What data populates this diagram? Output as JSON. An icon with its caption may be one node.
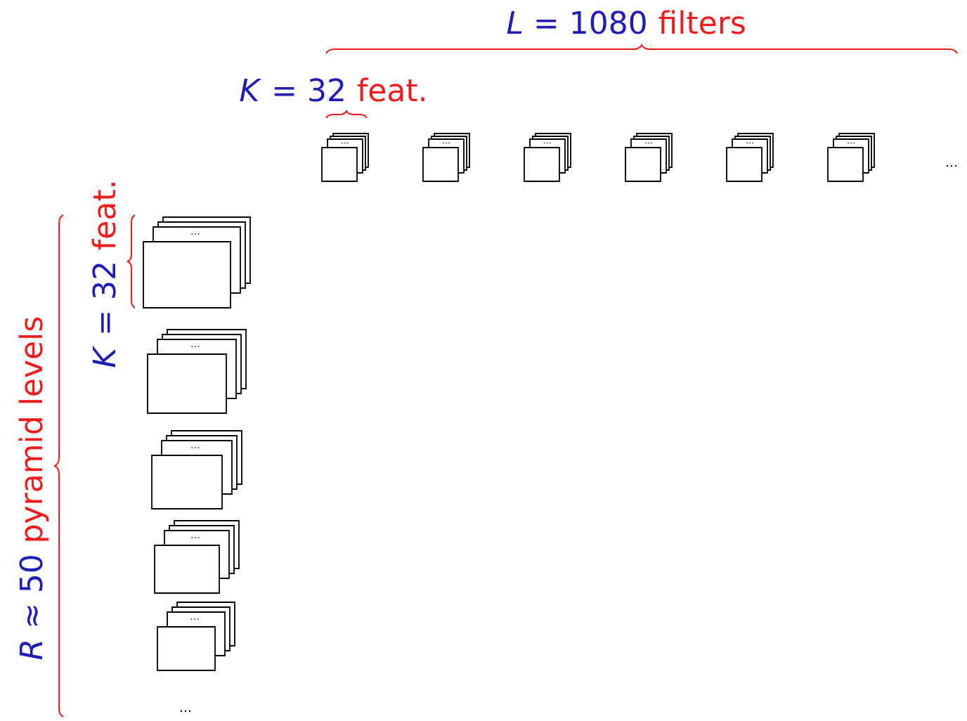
{
  "diagram": {
    "labels": [
      "*L* = 1080",
      "filters",
      "*K* = 32",
      "feat.",
      "*K* = 32",
      "feat.",
      "*R* ≈ 50",
      "pyramid levels",
      "…",
      "…",
      "…",
      "…",
      "…",
      "…",
      "…",
      "…",
      "…",
      "…",
      "…",
      "…",
      "…"
    ]
  }
}
